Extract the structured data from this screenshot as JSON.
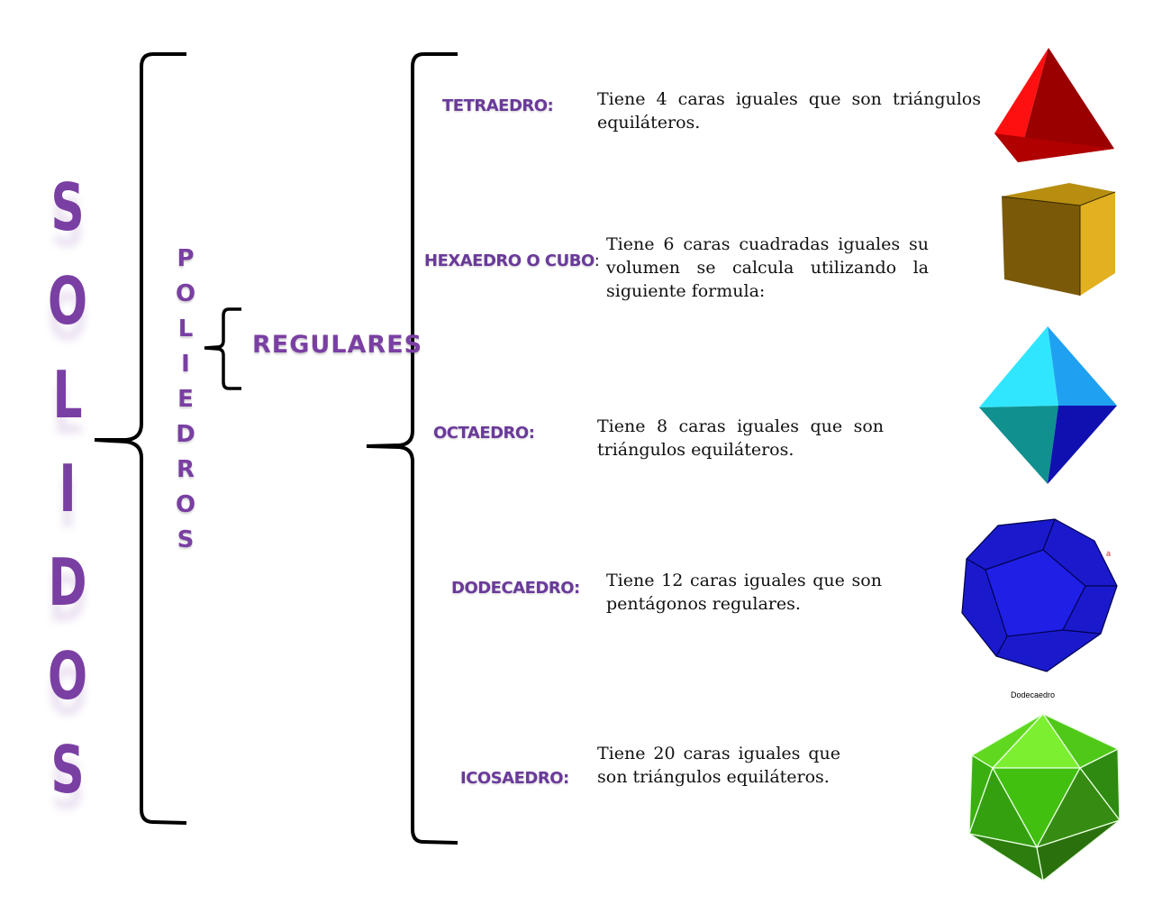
{
  "main_title": [
    "S",
    "O",
    "L",
    "I",
    "D",
    "O",
    "S"
  ],
  "subtitle": [
    "P",
    "O",
    "L",
    "I",
    "E",
    "D",
    "R",
    "O",
    "S"
  ],
  "category": "REGULARES",
  "solids": [
    {
      "name": "TETRAEDRO",
      "colon": ":",
      "description": "Tiene 4 caras iguales que son triángulos equiláteros.",
      "icon": "tetrahedron-icon"
    },
    {
      "name": "HEXAEDRO O CUBO",
      "colon": ":",
      "description": "Tiene 6 caras cuadradas iguales su volumen se calcula utilizando la siguiente formula:",
      "icon": "cube-icon"
    },
    {
      "name": "OCTAEDRO",
      "colon": ":",
      "description": "Tiene 8 caras  iguales que son triángulos equiláteros.",
      "icon": "octahedron-icon"
    },
    {
      "name": "DODECAEDRO",
      "colon": ":",
      "description": "Tiene 12 caras iguales que son pentágonos regulares.",
      "icon": "dodecahedron-icon"
    },
    {
      "name": "ICOSAEDRO",
      "colon": ":",
      "description": "Tiene 20 caras iguales que son triángulos equiláteros.",
      "icon": "icosahedron-icon"
    }
  ],
  "dodecahedron_caption": "Dodecaedro",
  "dodecahedron_mark": "a",
  "colors": {
    "title": "#7a3fa3",
    "label": "#6a3a9a",
    "tetra": "#e00000",
    "cube": "#8a6a10",
    "octa": "#20d8e8",
    "dodeca": "#1010c8",
    "icosa": "#50e010"
  }
}
